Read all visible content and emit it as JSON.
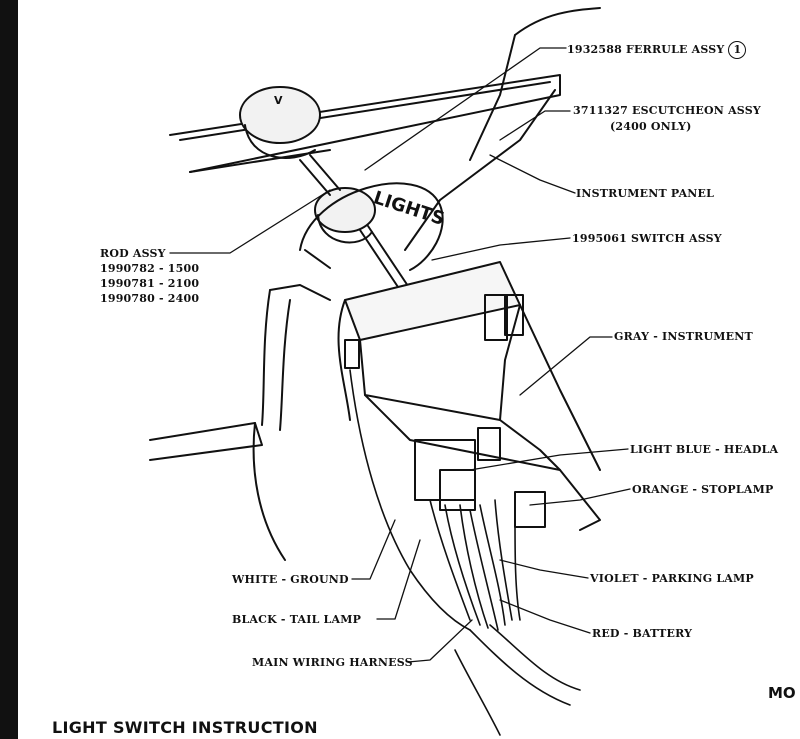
{
  "callouts": {
    "ferrule": "1932588 FERRULE ASSY",
    "ferrule_ref": "1",
    "escutcheon": "3711327 ESCUTCHEON ASSY",
    "escutcheon_note": "(2400 ONLY)",
    "instrument_panel": "INSTRUMENT PANEL",
    "switch": "1995061 SWITCH ASSY",
    "rod_title": "ROD ASSY",
    "rod_1": "1990782 - 1500",
    "rod_2": "1990781 - 2100",
    "rod_3": "1990780 - 2400",
    "gray": "GRAY - INSTRUMENT",
    "lightblue": "LIGHT BLUE - HEADLA",
    "orange": "ORANGE - STOPLAMP",
    "white": "WHITE - GROUND",
    "violet": "VIOLET - PARKING LAMP",
    "black": "BLACK - TAIL LAMP",
    "red": "RED - BATTERY",
    "harness": "MAIN WIRING HARNESS"
  },
  "knob_letter": "V",
  "bezel_text": "LIGHTS",
  "title": "LIGHT SWITCH INSTRUCTION",
  "corner_text": "MO"
}
